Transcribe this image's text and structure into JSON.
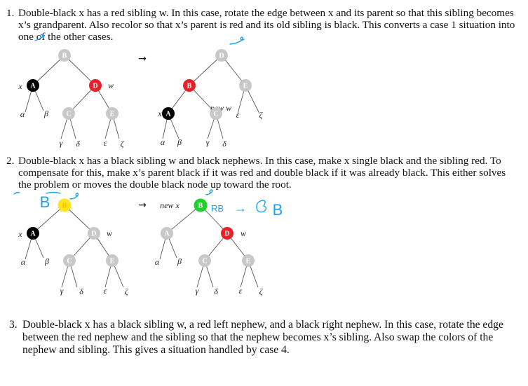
{
  "items": [
    {
      "num": "1.",
      "text": "Double-black x has a red sibling w. In this case, rotate the edge between x and its parent so that this sibling becomes x’s grandparent. Also recolor so that x’s parent is red and its old sibling is black. This converts a case 1 situation into one of the other cases."
    },
    {
      "num": "2.",
      "text": "Double-black x has a black sibling w and black nephews. In this case, make x single black and the sibling red. To compensate for this, make x’s parent black if it was red and double black if it was already black. This either solves the problem or moves the double black node up toward the root."
    },
    {
      "num": "3.",
      "text": "Double-black x has a black sibling w, a red left nephew, and a black right nephew. In this case, rotate the edge between the red nephew and the sibling so that the nephew becomes x’s sibling. Also swap the colors of the nephew and sibling. This gives a situation handled by case 4."
    }
  ],
  "figure1": {
    "left_tree": {
      "root": "B",
      "x_label": "x",
      "x_node": "A",
      "w_node": "D",
      "w_label": "w",
      "grand_left": "C",
      "grand_right": "E",
      "alpha": "α",
      "beta": "β",
      "gamma": "γ",
      "delta": "δ",
      "epsilon": "ε",
      "zeta": "ζ"
    },
    "right_tree": {
      "root": "D",
      "mid": "B",
      "new_w_label": "new w",
      "x_label": "x",
      "x_node": "A",
      "c_node": "C",
      "e_node": "E",
      "alpha": "α",
      "beta": "β",
      "gamma": "γ",
      "delta": "δ",
      "epsilon": "ε",
      "zeta": "ζ"
    },
    "arrow": "→"
  },
  "figure2": {
    "left_tree": {
      "root": "B",
      "x_label": "x",
      "x_node": "A",
      "w_node": "D",
      "w_label": "w",
      "c_node": "C",
      "e_node": "E",
      "alpha": "α",
      "beta": "β",
      "gamma": "γ",
      "delta": "δ",
      "epsilon": "ε",
      "zeta": "ζ"
    },
    "right_tree": {
      "new_x_label": "new x",
      "root": "B",
      "a_node": "A",
      "w_node": "D",
      "w_label": "w",
      "c_node": "C",
      "e_node": "E",
      "alpha": "α",
      "beta": "β",
      "gamma": "γ",
      "delta": "δ",
      "epsilon": "ε",
      "zeta": "ζ"
    },
    "arrow": "→"
  },
  "handwriting": {
    "note_b_left": "B",
    "note_rb": "RB",
    "note_arrow": "→",
    "note_b_right": "B"
  },
  "colors": {
    "black_node": "#000000",
    "red_node": "#e8202a",
    "gray_node": "#c8c8c8",
    "green_node": "#1fcf2a",
    "yellow_node": "#ffe51a",
    "annotation": "#1aa3e8"
  }
}
